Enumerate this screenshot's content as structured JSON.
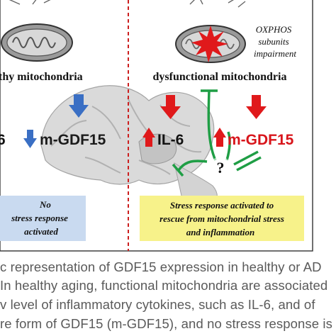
{
  "left_panel": {
    "heading": "thy mitochondria",
    "il6_fragment": "6",
    "gdf15_label": "m-GDF15",
    "stress_box": [
      "No",
      "stress response",
      "activated"
    ]
  },
  "right_panel": {
    "oxphos_note": [
      "OXPHOS",
      "subunits",
      "impairment"
    ],
    "heading": "dysfunctional mitochondria",
    "il6_label": "IL-6",
    "gdf15_label": "m-GDF15",
    "question_mark": "?",
    "stress_box": [
      "Stress response activated to",
      "rescue from mitochondrial stress",
      "and inflammation"
    ]
  },
  "caption": {
    "lines": [
      "c representation of GDF15 expression in healthy or AD",
      "In healthy aging, functional mitochondria are associated",
      "v level of inflammatory cytokines, such as IL-6, and of",
      "re form of GDF15 (m-GDF15), and no stress response is"
    ]
  },
  "colors": {
    "up_arrow": "#e0191b",
    "down_arrow": "#3a6fc4",
    "inhibition": "#1f9e45",
    "left_box": "#c9daf0",
    "right_box": "#f7f28a",
    "divider": "#cc1f1f",
    "gdf15_up": "#d8151b"
  }
}
